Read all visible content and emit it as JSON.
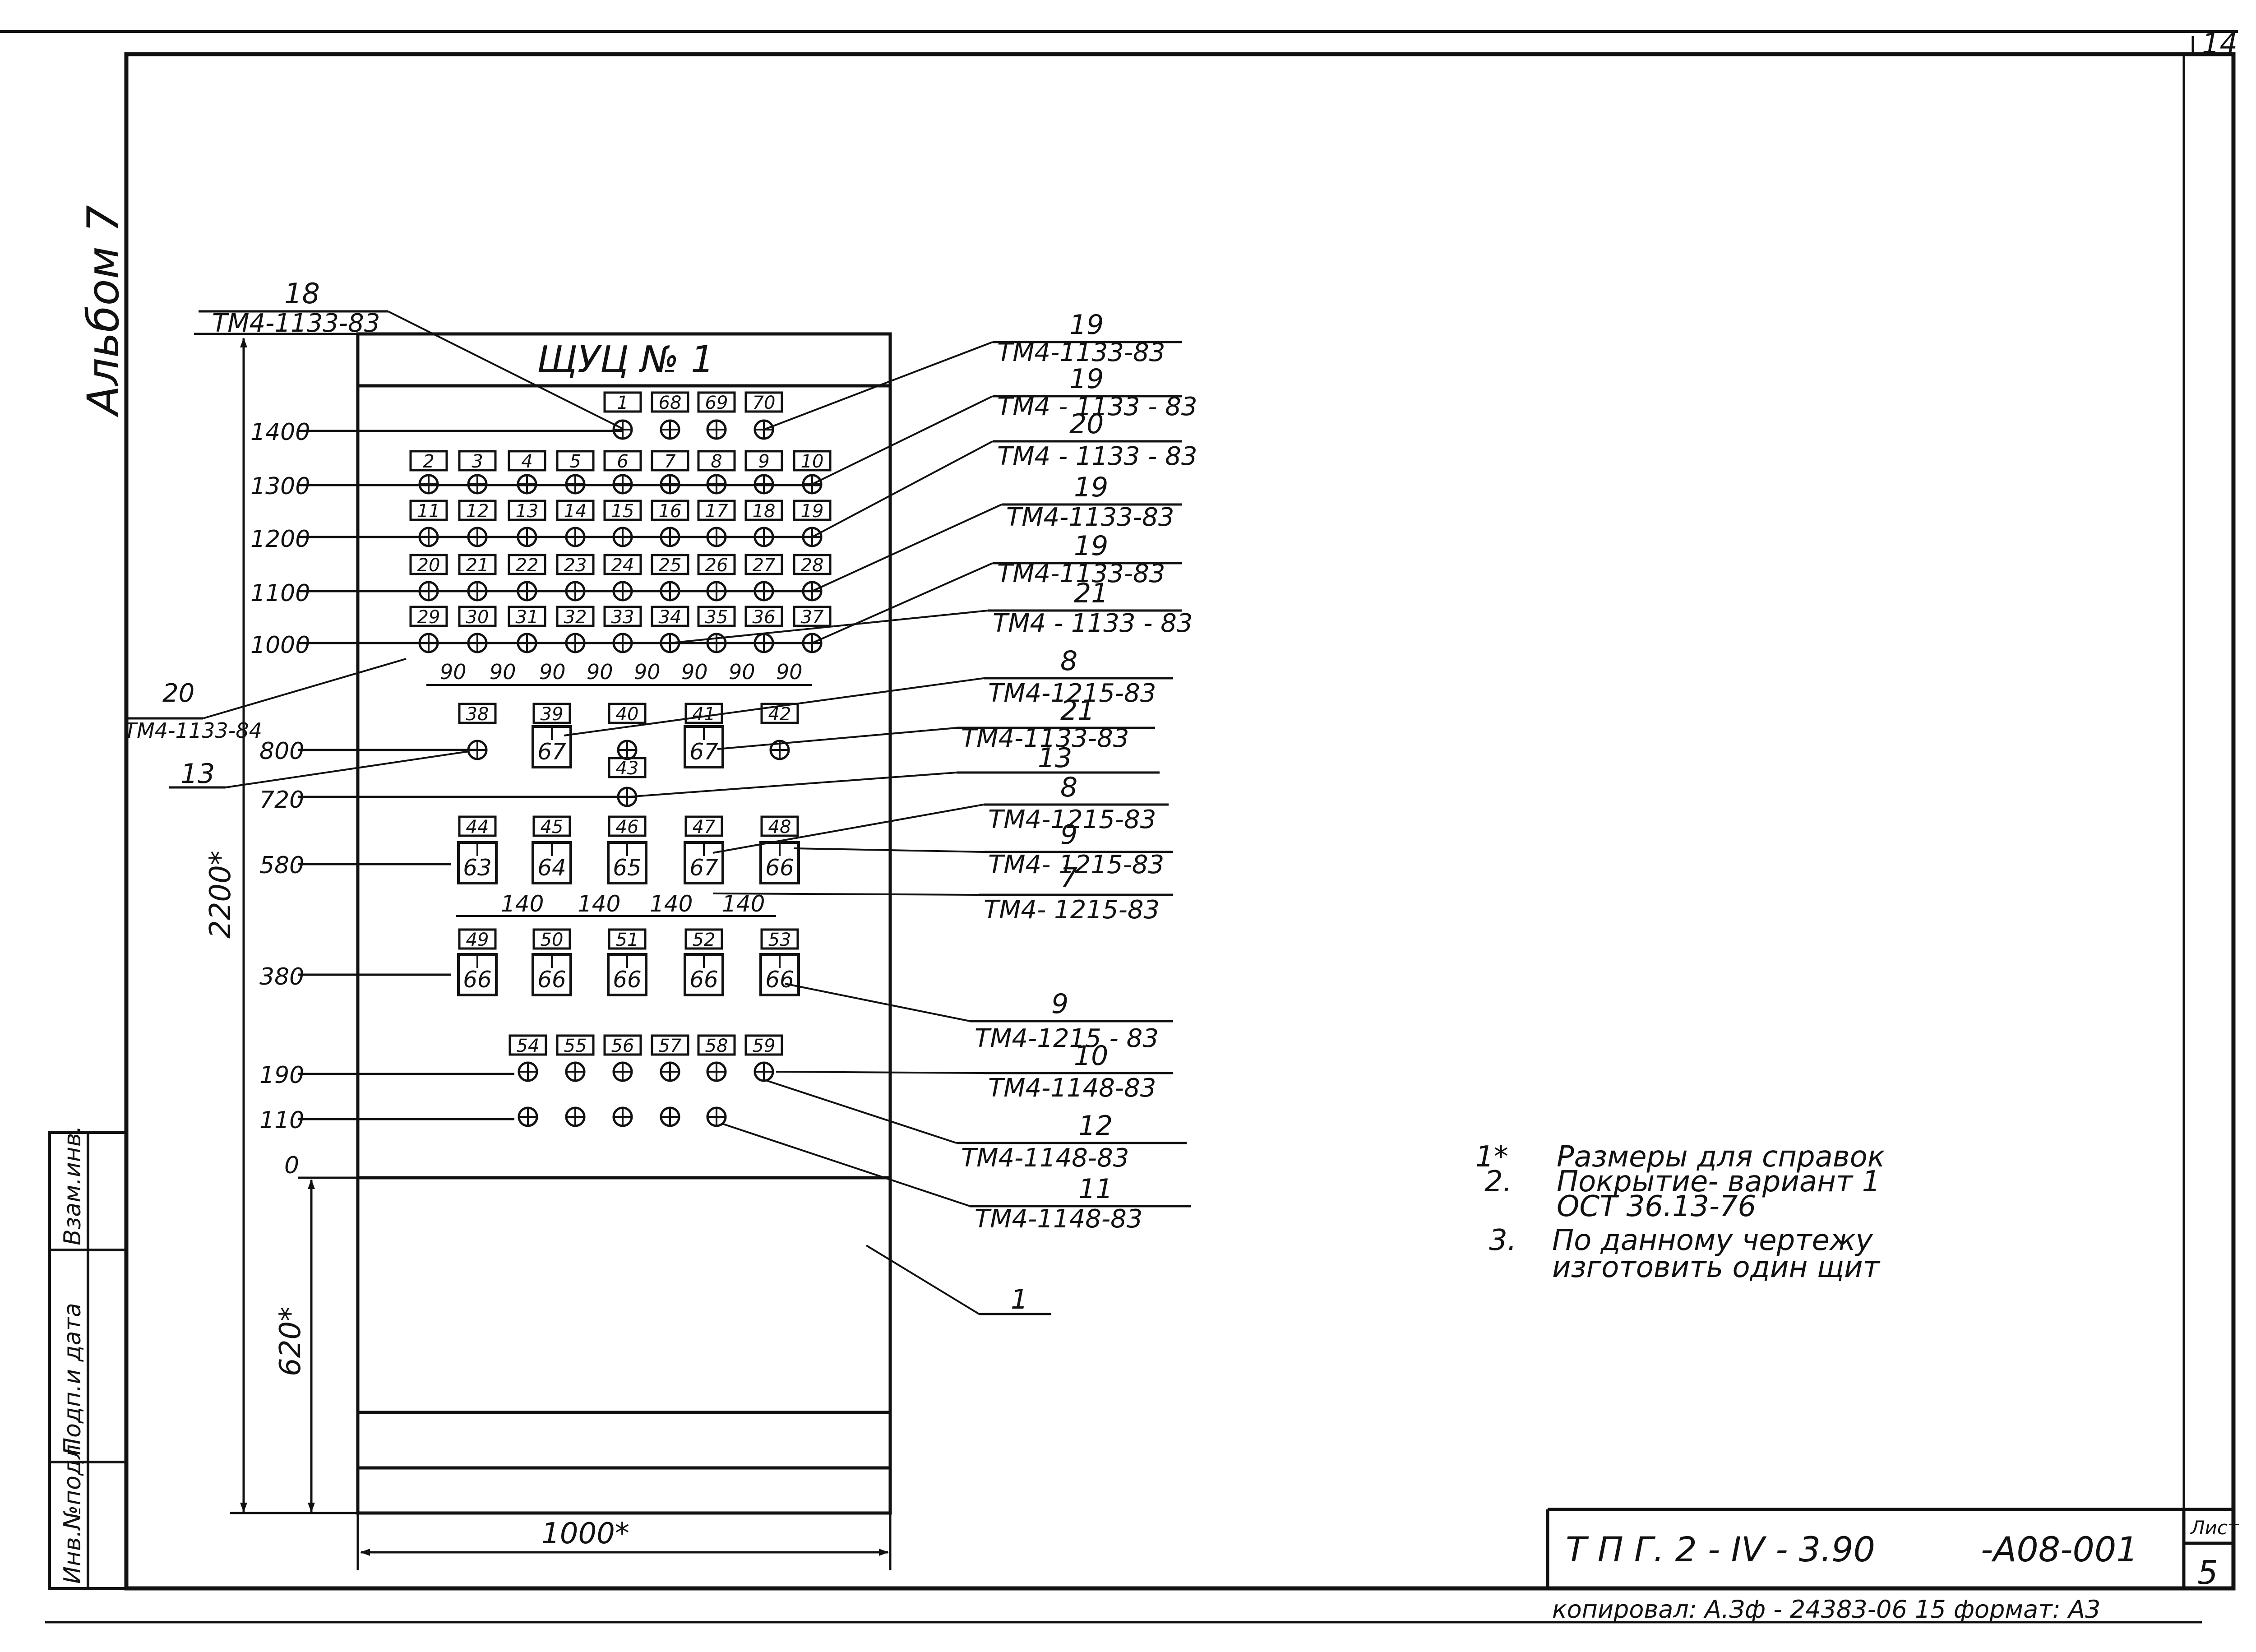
{
  "page_number": "14",
  "album": "Альбом 7",
  "panel_title": "ЩУЦ № 1",
  "sheet_label": "Лист",
  "sheet_number": "5",
  "title_code": "Т П   Г. 2 - IV - 3.90",
  "doc_code": "-А08-001",
  "copied_by": "копировал: А.Зф - 24383-06  15  формат: А3",
  "side_stamp": [
    "Инв.№подл",
    "Подп.и дата",
    "Взам.инв."
  ],
  "dimensions": {
    "levels": [
      "1400",
      "1300",
      "1200",
      "1100",
      "1000",
      "800",
      "720",
      "580",
      "380",
      "190",
      "110",
      "0"
    ],
    "height_total": "2200*",
    "bottom_height": "620*",
    "width_total": "1000*",
    "spacing_90": "90",
    "spacing_140": "140"
  },
  "rows": {
    "r1400": [
      "1",
      "68",
      "69",
      "70"
    ],
    "r1300": [
      "2",
      "3",
      "4",
      "5",
      "6",
      "7",
      "8",
      "9",
      "10"
    ],
    "r1200": [
      "11",
      "12",
      "13",
      "14",
      "15",
      "16",
      "17",
      "18",
      "19"
    ],
    "r1100": [
      "20",
      "21",
      "22",
      "23",
      "24",
      "25",
      "26",
      "27",
      "28"
    ],
    "r1000": [
      "29",
      "30",
      "31",
      "32",
      "33",
      "34",
      "35",
      "36",
      "37"
    ],
    "r800": [
      "38",
      "39",
      "40",
      "41",
      "42"
    ],
    "r720": [
      "43"
    ],
    "r580": [
      "44",
      "45",
      "46",
      "47",
      "48"
    ],
    "r380": [
      "49",
      "50",
      "51",
      "52",
      "53"
    ],
    "r190": [
      "54",
      "55",
      "56",
      "57",
      "58",
      "59"
    ]
  },
  "device_labels": {
    "r800": [
      "67",
      "67"
    ],
    "r580": [
      "63",
      "64",
      "65",
      "67",
      "66"
    ],
    "r380": [
      "66",
      "66",
      "66",
      "66",
      "66"
    ]
  },
  "callouts_left": [
    {
      "num": "18",
      "ref": "ТМ4-1133-83"
    },
    {
      "num": "20",
      "ref": "ТМ4-1133-84"
    },
    {
      "num": "13",
      "ref": ""
    }
  ],
  "callouts_right": [
    {
      "num": "19",
      "ref": "ТМ4-1133-83"
    },
    {
      "num": "19",
      "ref": "ТМ4 - 1133 - 83"
    },
    {
      "num": "20",
      "ref": "ТМ4 - 1133 - 83"
    },
    {
      "num": "19",
      "ref": "ТМ4-1133-83"
    },
    {
      "num": "19",
      "ref": "ТМ4-1133-83"
    },
    {
      "num": "21",
      "ref": "ТМ4 - 1133 - 83"
    },
    {
      "num": "8",
      "ref": "ТМ4-1215-83"
    },
    {
      "num": "21",
      "ref": "ТМ4-1133-83"
    },
    {
      "num": "13",
      "ref": ""
    },
    {
      "num": "8",
      "ref": "ТМ4-1215-83"
    },
    {
      "num": "9",
      "ref": "ТМ4- 1215-83"
    },
    {
      "num": "7",
      "ref": "ТМ4- 1215-83"
    },
    {
      "num": "9",
      "ref": "ТМ4-1215 - 83"
    },
    {
      "num": "10",
      "ref": "ТМ4-1148-83"
    },
    {
      "num": "12",
      "ref": "ТМ4-1148-83"
    },
    {
      "num": "11",
      "ref": "ТМ4-1148-83"
    },
    {
      "num": "1",
      "ref": ""
    }
  ],
  "notes": [
    {
      "num": "1*",
      "text": "Размеры для справок"
    },
    {
      "num": "2.",
      "text": "Покрытие- вариант 1"
    },
    {
      "num": "",
      "text": "ОСТ 36.13-76"
    },
    {
      "num": "3.",
      "text": "По данному чертежу"
    },
    {
      "num": "",
      "text": "изготовить один щит"
    }
  ]
}
